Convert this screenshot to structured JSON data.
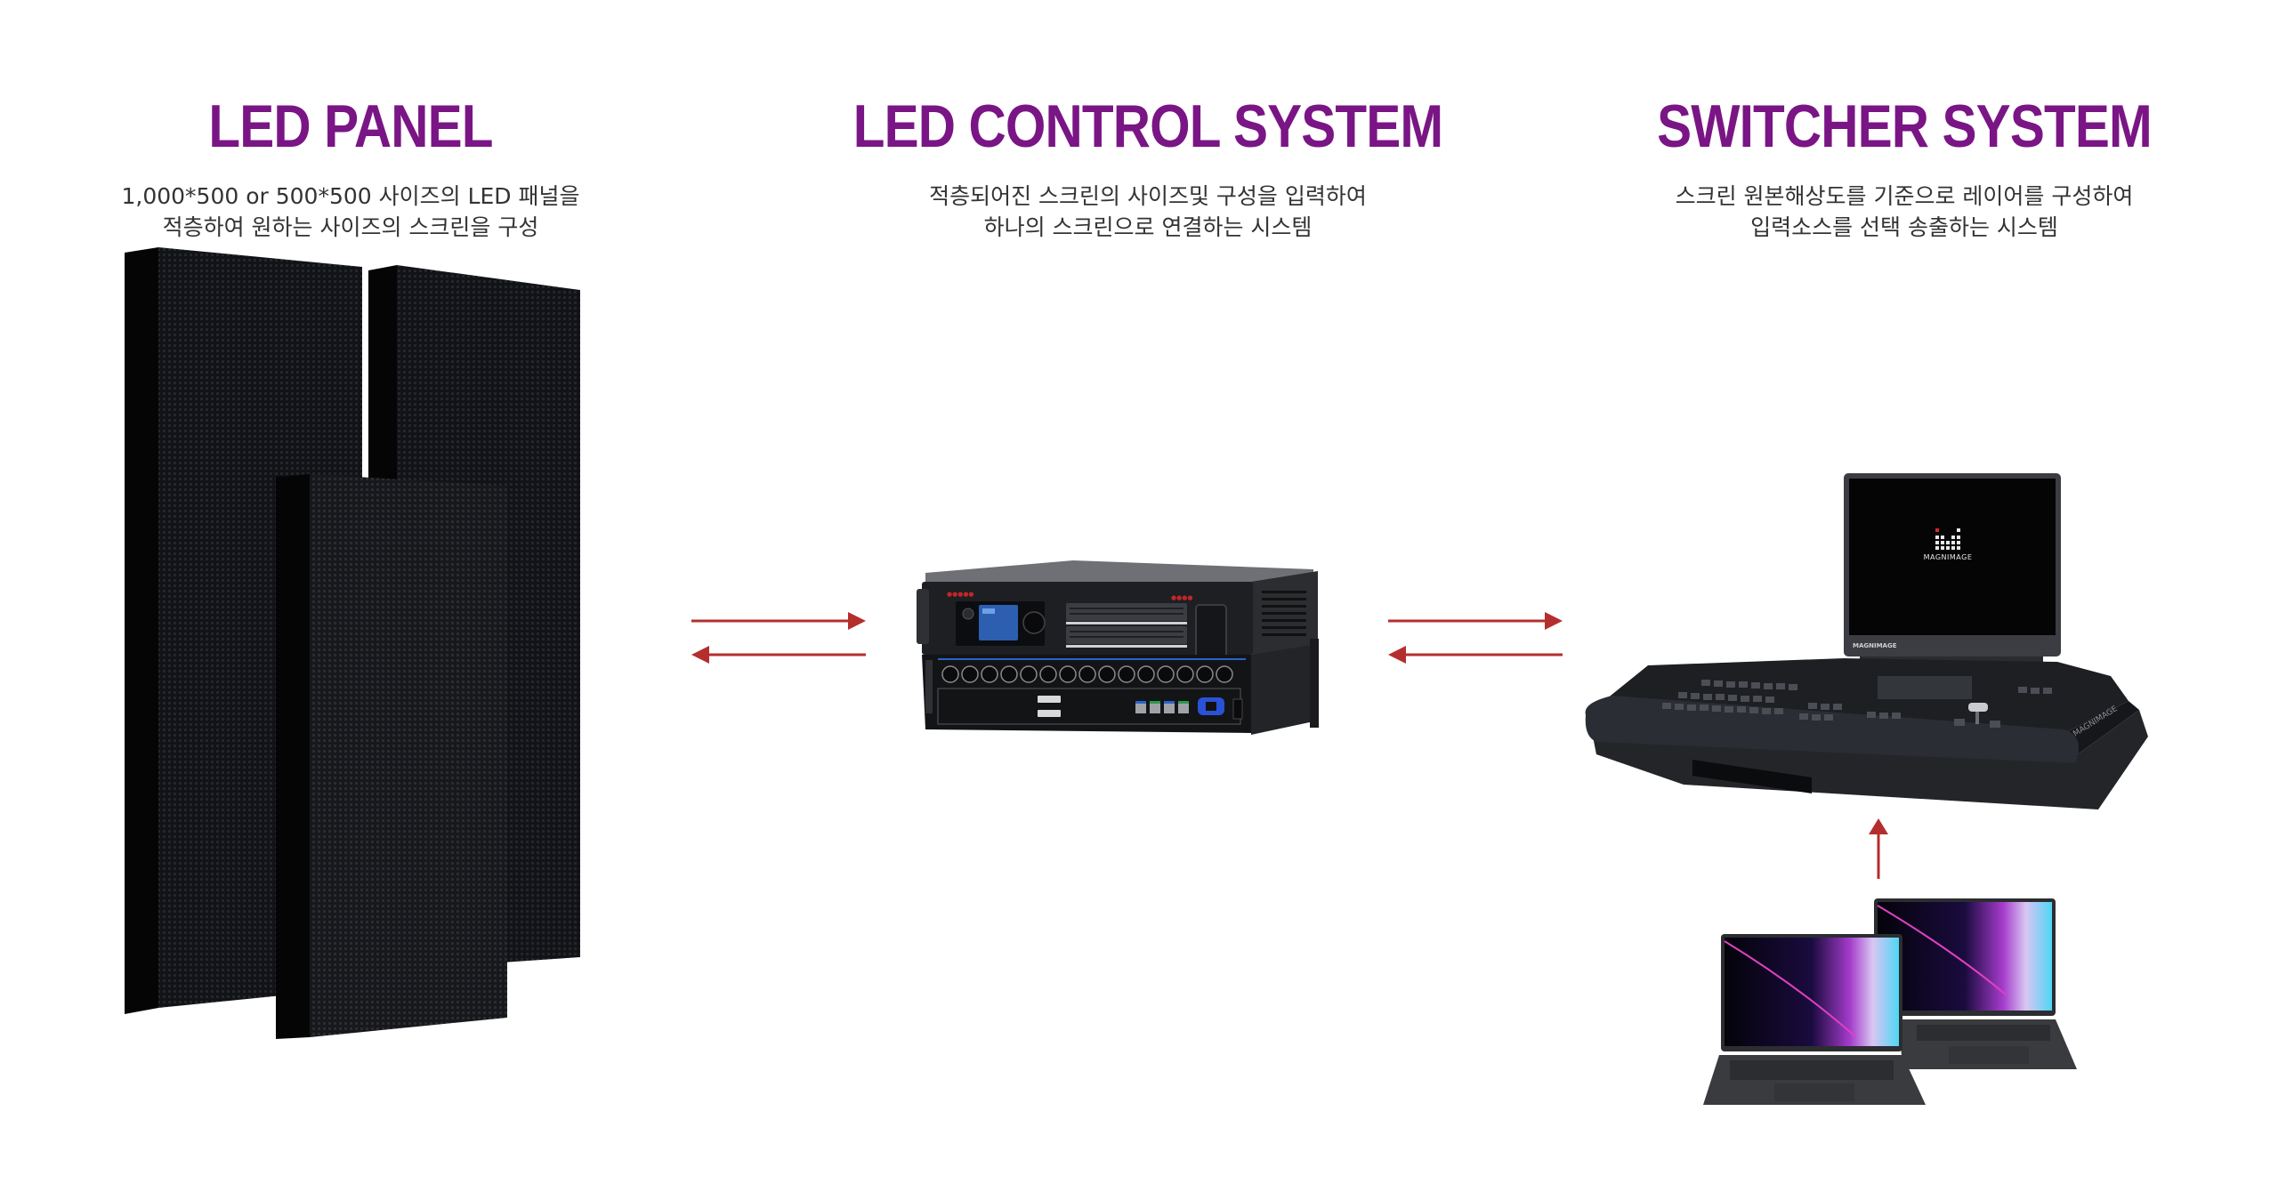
{
  "colors": {
    "title": "#7a1585",
    "description_text": "#333333",
    "arrow": "#b52e2e",
    "background": "#ffffff"
  },
  "sections": [
    {
      "id": "led-panel",
      "title": "LED PANEL",
      "description": [
        "1,000*500 or 500*500 사이즈의 LED 패널을",
        "적층하여 원하는 사이즈의 스크린을 구성"
      ],
      "illustration": "led-panel-stack"
    },
    {
      "id": "led-control-system",
      "title": "LED CONTROL SYSTEM",
      "description": [
        "적층되어진 스크린의 사이즈및 구성을 입력하여",
        "하나의 스크린으로 연결하는 시스템"
      ],
      "illustration": "led-controller-rack-unit"
    },
    {
      "id": "switcher-system",
      "title": "SWITCHER SYSTEM",
      "description": [
        "스크린 원본해상도를 기준으로 레이어를 구성하여",
        "입력소스를 선택 송출하는 시스템"
      ],
      "illustration": "video-switcher-console",
      "brand_text": "MAGNIMAGE"
    }
  ],
  "connections": [
    {
      "from": "led-panel",
      "to": "led-control-system",
      "direction": "bidirectional"
    },
    {
      "from": "led-control-system",
      "to": "switcher-system",
      "direction": "bidirectional"
    },
    {
      "from": "laptop-sources",
      "to": "switcher-system",
      "direction": "up"
    }
  ],
  "input_sources": {
    "count": 2,
    "type": "laptop"
  }
}
